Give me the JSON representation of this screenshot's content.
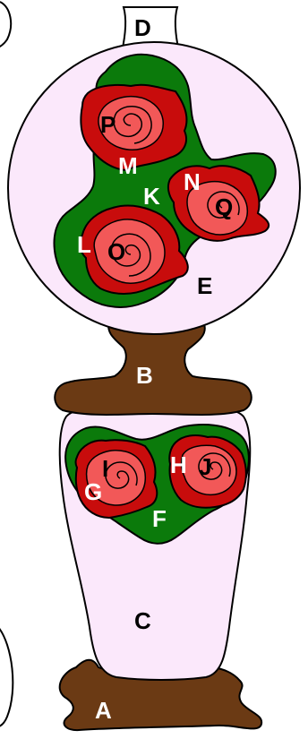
{
  "labels": {
    "a": "A",
    "b": "B",
    "c": "C",
    "d": "D",
    "e": "E",
    "f": "F",
    "g": "G",
    "h": "H",
    "i": "I",
    "j": "J",
    "k": "K",
    "l": "L",
    "m": "M",
    "n": "N",
    "o": "O",
    "p": "P",
    "q": "Q"
  },
  "colors": {
    "brown": "#6b3a14",
    "pale_pink": "#fbe8fb",
    "leaf_green": "#0b7a0b",
    "dark_red": "#c80c0c",
    "rose_pink": "#f25858",
    "outline": "#000000"
  }
}
